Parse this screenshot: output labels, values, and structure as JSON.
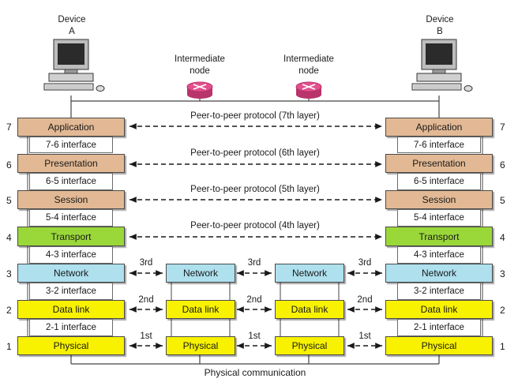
{
  "devices": {
    "a": {
      "label_line1": "Device",
      "label_line2": "A"
    },
    "b": {
      "label_line1": "Device",
      "label_line2": "B"
    }
  },
  "intermediate_nodes": [
    {
      "line1": "Intermediate",
      "line2": "node"
    },
    {
      "line1": "Intermediate",
      "line2": "node"
    }
  ],
  "layers": [
    {
      "number": "7",
      "name": "Application",
      "color": "#e2b994"
    },
    {
      "number": "6",
      "name": "Presentation",
      "color": "#e2b994"
    },
    {
      "number": "5",
      "name": "Session",
      "color": "#e2b994"
    },
    {
      "number": "4",
      "name": "Transport",
      "color": "#9ad83a"
    },
    {
      "number": "3",
      "name": "Network",
      "color": "#aee0ee"
    },
    {
      "number": "2",
      "name": "Data link",
      "color": "#f8f200"
    },
    {
      "number": "1",
      "name": "Physical",
      "color": "#f8f200"
    }
  ],
  "interfaces": [
    "7-6 interface",
    "6-5 interface",
    "5-4 interface",
    "4-3 interface",
    "3-2 interface",
    "2-1 interface"
  ],
  "peer_protocols": [
    "Peer-to-peer protocol (7th layer)",
    "Peer-to-peer protocol (6th layer)",
    "Peer-to-peer protocol (5th layer)",
    "Peer-to-peer protocol (4th layer)"
  ],
  "hop_labels": {
    "network": "3rd",
    "datalink": "2nd",
    "physical": "1st"
  },
  "physical_communication": "Physical communication",
  "colors": {
    "router": "#e1508c",
    "router_ring": "#b8346a"
  }
}
